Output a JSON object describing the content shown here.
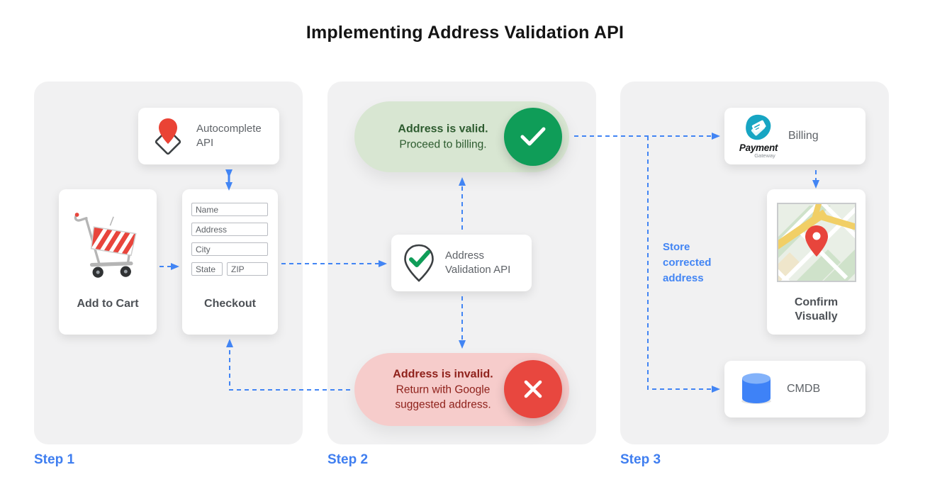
{
  "title": "Implementing Address Validation API",
  "accent_colors": {
    "blue": "#4285F4",
    "green": "#0F9D58",
    "red": "#E8453C",
    "valid_bg": "#D8E6D2",
    "invalid_bg": "#F6CCCB"
  },
  "steps": {
    "step1": {
      "label": "Step 1",
      "autocomplete_card": {
        "label": "Autocomplete API"
      },
      "add_to_cart_card": {
        "label": "Add to Cart"
      },
      "checkout_card": {
        "label": "Checkout",
        "fields": [
          "Name",
          "Address",
          "City",
          "State",
          "ZIP"
        ]
      }
    },
    "step2": {
      "label": "Step 2",
      "valid_pill": {
        "title": "Address is valid.",
        "subtitle": "Proceed to billing."
      },
      "validation_card": {
        "label": "Address Validation API"
      },
      "invalid_pill": {
        "title": "Address is invalid.",
        "subtitle": "Return with Google suggested address."
      }
    },
    "step3": {
      "label": "Step 3",
      "billing_card": {
        "label": "Billing",
        "logo_name": "Payment",
        "logo_sub": "Gateway"
      },
      "confirm_card": {
        "label": "Confirm Visually"
      },
      "cmdb_card": {
        "label": "CMDB"
      },
      "store_note": "Store corrected address"
    }
  }
}
